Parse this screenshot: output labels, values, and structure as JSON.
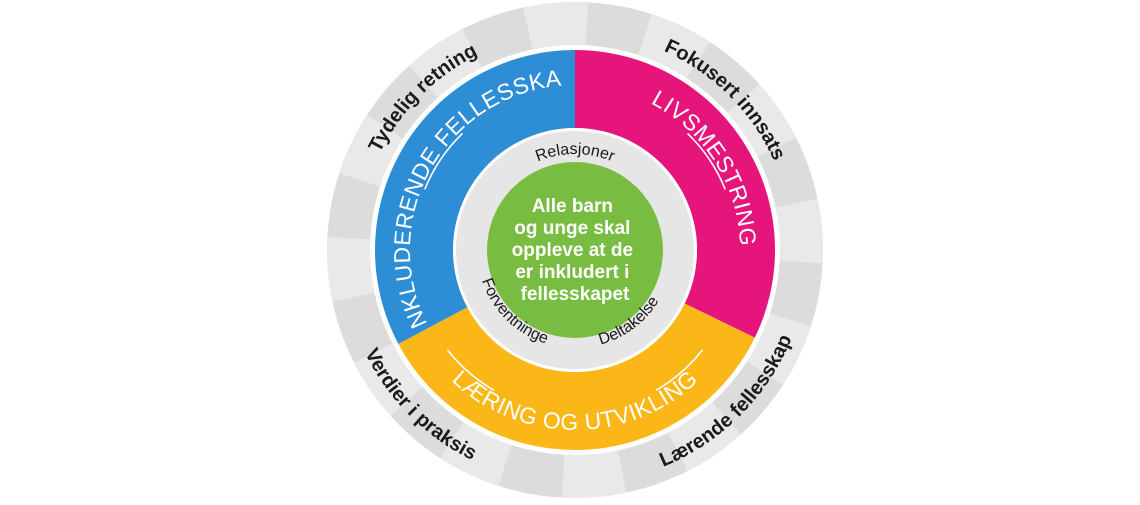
{
  "diagram": {
    "center_text": [
      "Alle barn",
      "og unge skal",
      "oppleve at de",
      "er inkludert i",
      "fellesskapet"
    ],
    "inner_labels": {
      "top": "Relasjoner",
      "left": "Forventninger",
      "right": "Deltakelse"
    },
    "bands": {
      "left": "INKLUDERENDE FELLESSKAP",
      "right": "LIVSMESTRING",
      "bottom": "LÆRING OG UTVIKLING"
    },
    "outer_labels": {
      "top_left": "Tydelig retning",
      "top_right": "Fokusert innsats",
      "bottom_left": "Verdier i praksis",
      "bottom_right": "Lærende fellesskap"
    },
    "colors": {
      "blue": "#2d8ed6",
      "pink": "#e5157c",
      "yellow": "#fbb617",
      "green": "#78bd42",
      "gray_outer": "#dcdcdc",
      "gray_light": "#e9e9e9",
      "gray_inner": "#e6e6e6",
      "text_dark": "#1a1a1a"
    }
  }
}
